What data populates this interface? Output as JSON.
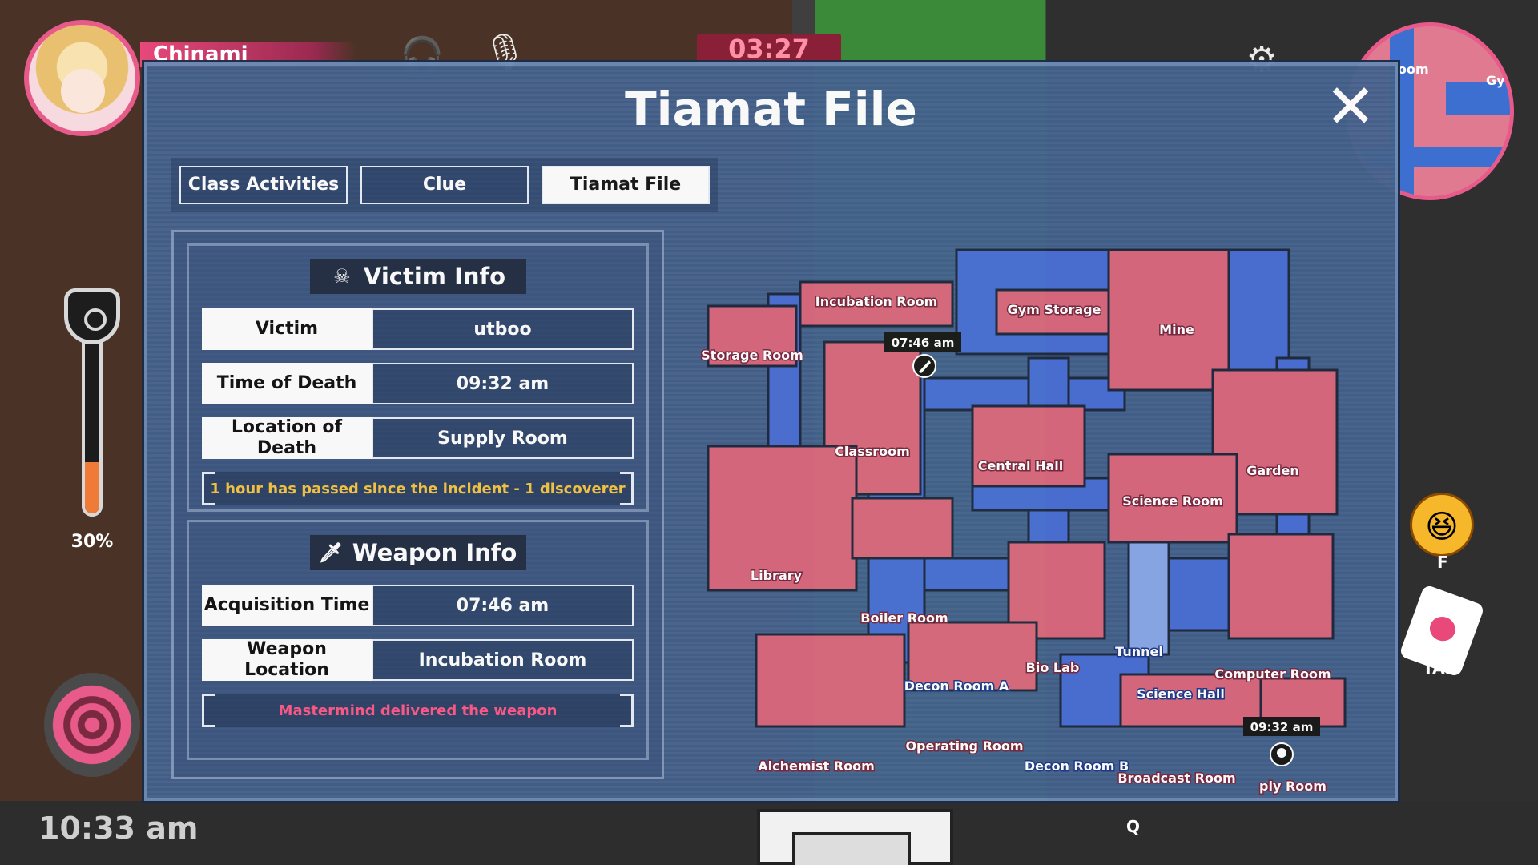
{
  "hud": {
    "player_name": "Chinami",
    "timer": "03:27",
    "clock": "10:33 am",
    "meter_percent": "30%",
    "meter_value": 0.3,
    "keys": {
      "emote": "F",
      "tab": "TAB",
      "q": "Q"
    },
    "minimap_labels": [
      "oom",
      "Gy"
    ],
    "icons": [
      "headset-icon",
      "microphone-icon",
      "settings-gear-icon",
      "emote-laugh-icon",
      "card-tab-icon",
      "spiral-skill-icon"
    ]
  },
  "panel": {
    "title": "Tiamat File",
    "close": "✕",
    "tabs": [
      {
        "label": "Class Activities",
        "active": false
      },
      {
        "label": "Clue",
        "active": false
      },
      {
        "label": "Tiamat File",
        "active": true
      }
    ]
  },
  "victim": {
    "header": "Victim Info",
    "rows": [
      {
        "label": "Victim",
        "value": "utboo"
      },
      {
        "label": "Time of Death",
        "value": "09:32 am"
      },
      {
        "label": "Location of Death",
        "value": "Supply Room"
      }
    ],
    "note": "1 hour has passed since the incident - 1 discoverer"
  },
  "weapon": {
    "header": "Weapon Info",
    "rows": [
      {
        "label": "Acquisition Time",
        "value": "07:46 am"
      },
      {
        "label": "Weapon Location",
        "value": "Incubation Room"
      }
    ],
    "note": "Mastermind delivered the weapon"
  },
  "map": {
    "colors": {
      "room": "#d9687e",
      "corridor": "#4a6fd4",
      "wall": "#1f2a40"
    },
    "rooms": [
      "Incubation Room",
      "Gym Storage",
      "Mine",
      "Storage Room",
      "Classroom",
      "Central Hall",
      "Garden",
      "Science Room",
      "Library",
      "Boiler Room",
      "Tunnel",
      "Bio Lab",
      "Computer Room",
      "Decon Room A",
      "Science Hall",
      "Operating Room",
      "Alchemist Room",
      "Decon Room B",
      "Broadcast Room",
      "ply Room"
    ],
    "markers": [
      {
        "time": "07:46 am",
        "kind": "weapon"
      },
      {
        "time": "09:32 am",
        "kind": "victim"
      }
    ]
  }
}
